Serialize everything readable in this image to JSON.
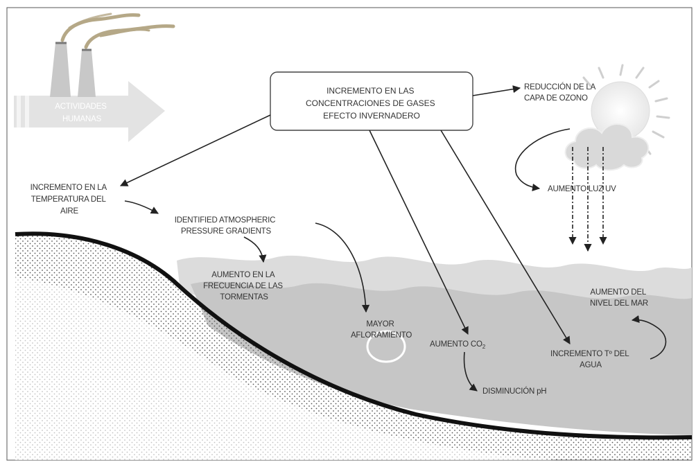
{
  "labels": {
    "human_activities": [
      "ACTIVIDADES",
      "HUMANAS"
    ],
    "ghg_increase": [
      "INCREMENTO EN LAS",
      "CONCENTRACIONES DE GASES",
      "EFECTO INVERNADERO"
    ],
    "ozone_reduction": [
      "REDUCCIÓN DE LA",
      "CAPA DE OZONO"
    ],
    "uv_increase": "AUMENTO LUZ UV",
    "air_temp_increase": [
      "INCREMENTO EN LA",
      "TEMPERATURA DEL",
      "AIRE"
    ],
    "pressure_gradients": [
      "IDENTIFIED ATMOSPHERIC",
      "PRESSURE GRADIENTS"
    ],
    "storm_frequency": [
      "AUMENTO EN LA",
      "FRECUENCIA DE LAS",
      "TORMENTAS"
    ],
    "upwelling": [
      "MAYOR",
      "AFLORAMIENTO"
    ],
    "co2_increase": "AUMENTO CO",
    "co2_subscript": "2",
    "ph_decrease": "DISMINUCIÓN pH",
    "water_temp_increase": [
      "INCREMENTO Tº DEL",
      "AGUA"
    ],
    "sea_level_rise": [
      "AUMENTO DEL",
      "NIVEL DEL MAR"
    ]
  },
  "icons": [
    "factory-icon",
    "smoke-icon",
    "sun-icon",
    "cloud-icon"
  ],
  "colors": {
    "sea": "#c9c9c9",
    "sea_surface": "#dcdcdc",
    "arrow_band": "#e4e4e4",
    "coastline": "#111111",
    "text": "#333333"
  }
}
